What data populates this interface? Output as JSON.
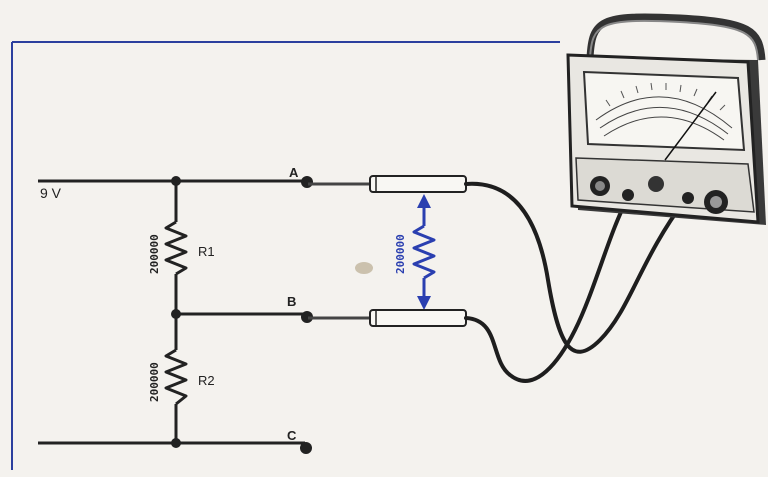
{
  "supply_label": "9 V",
  "nodes": {
    "a": "A",
    "b": "B",
    "c": "C"
  },
  "resistors": {
    "r1": {
      "name": "R1",
      "value": "200000"
    },
    "r2": {
      "name": "R2",
      "value": "200000"
    },
    "meter_internal": {
      "value": "200000"
    }
  },
  "colors": {
    "frame": "#2b3f9e",
    "wire": "#222222",
    "meter_resistor": "#2a3fb0",
    "paper": "#f4f2ee"
  },
  "icons": {
    "multimeter": "multimeter-icon",
    "probe": "test-probe-icon"
  }
}
